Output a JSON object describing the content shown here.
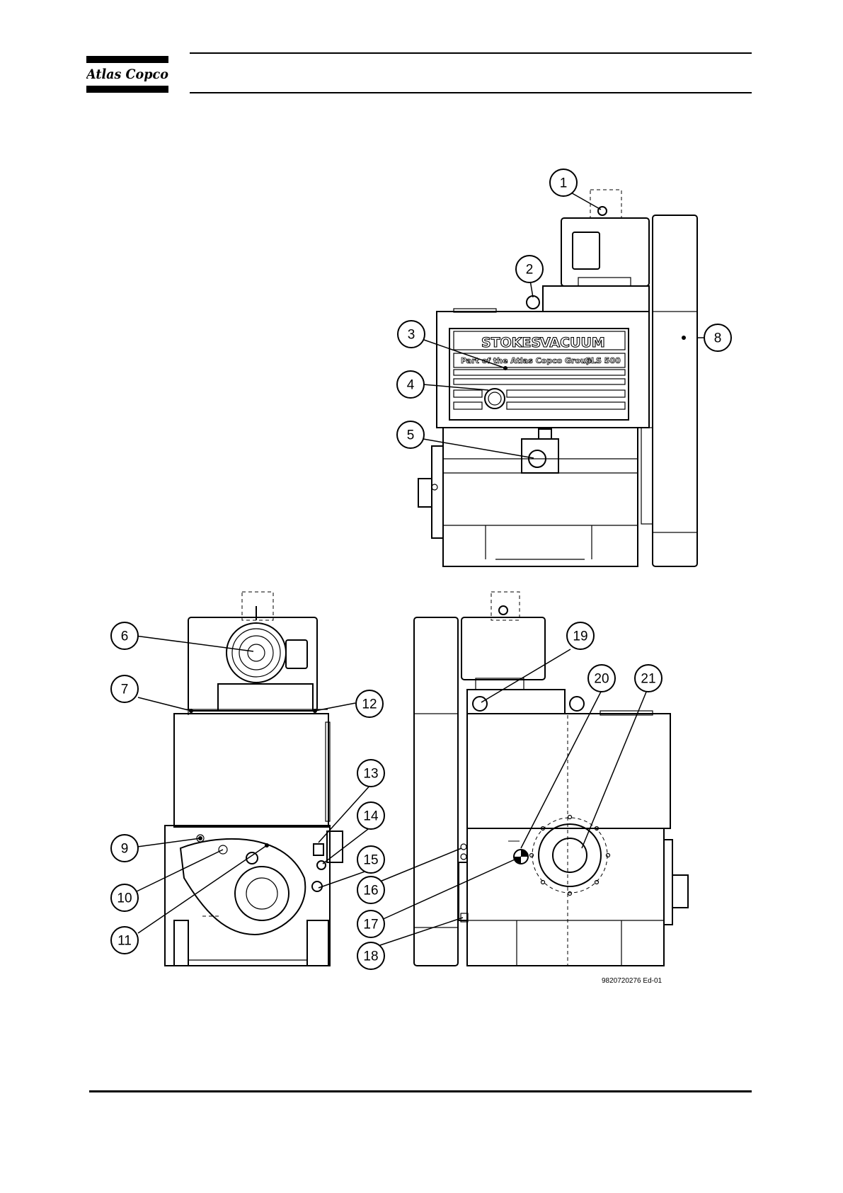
{
  "brand": {
    "name": "Atlas Copco"
  },
  "nameplate": {
    "brand_line_1": "STOKES",
    "brand_line_2": "VACUUM",
    "subtitle": "Part of the Atlas Copco Group",
    "model": "GLS 500"
  },
  "callouts": [
    "1",
    "2",
    "3",
    "4",
    "5",
    "6",
    "7",
    "8",
    "9",
    "10",
    "11",
    "12",
    "13",
    "14",
    "15",
    "16",
    "17",
    "18",
    "19",
    "20",
    "21"
  ],
  "drawing_ref": "9820720276 Ed-01"
}
